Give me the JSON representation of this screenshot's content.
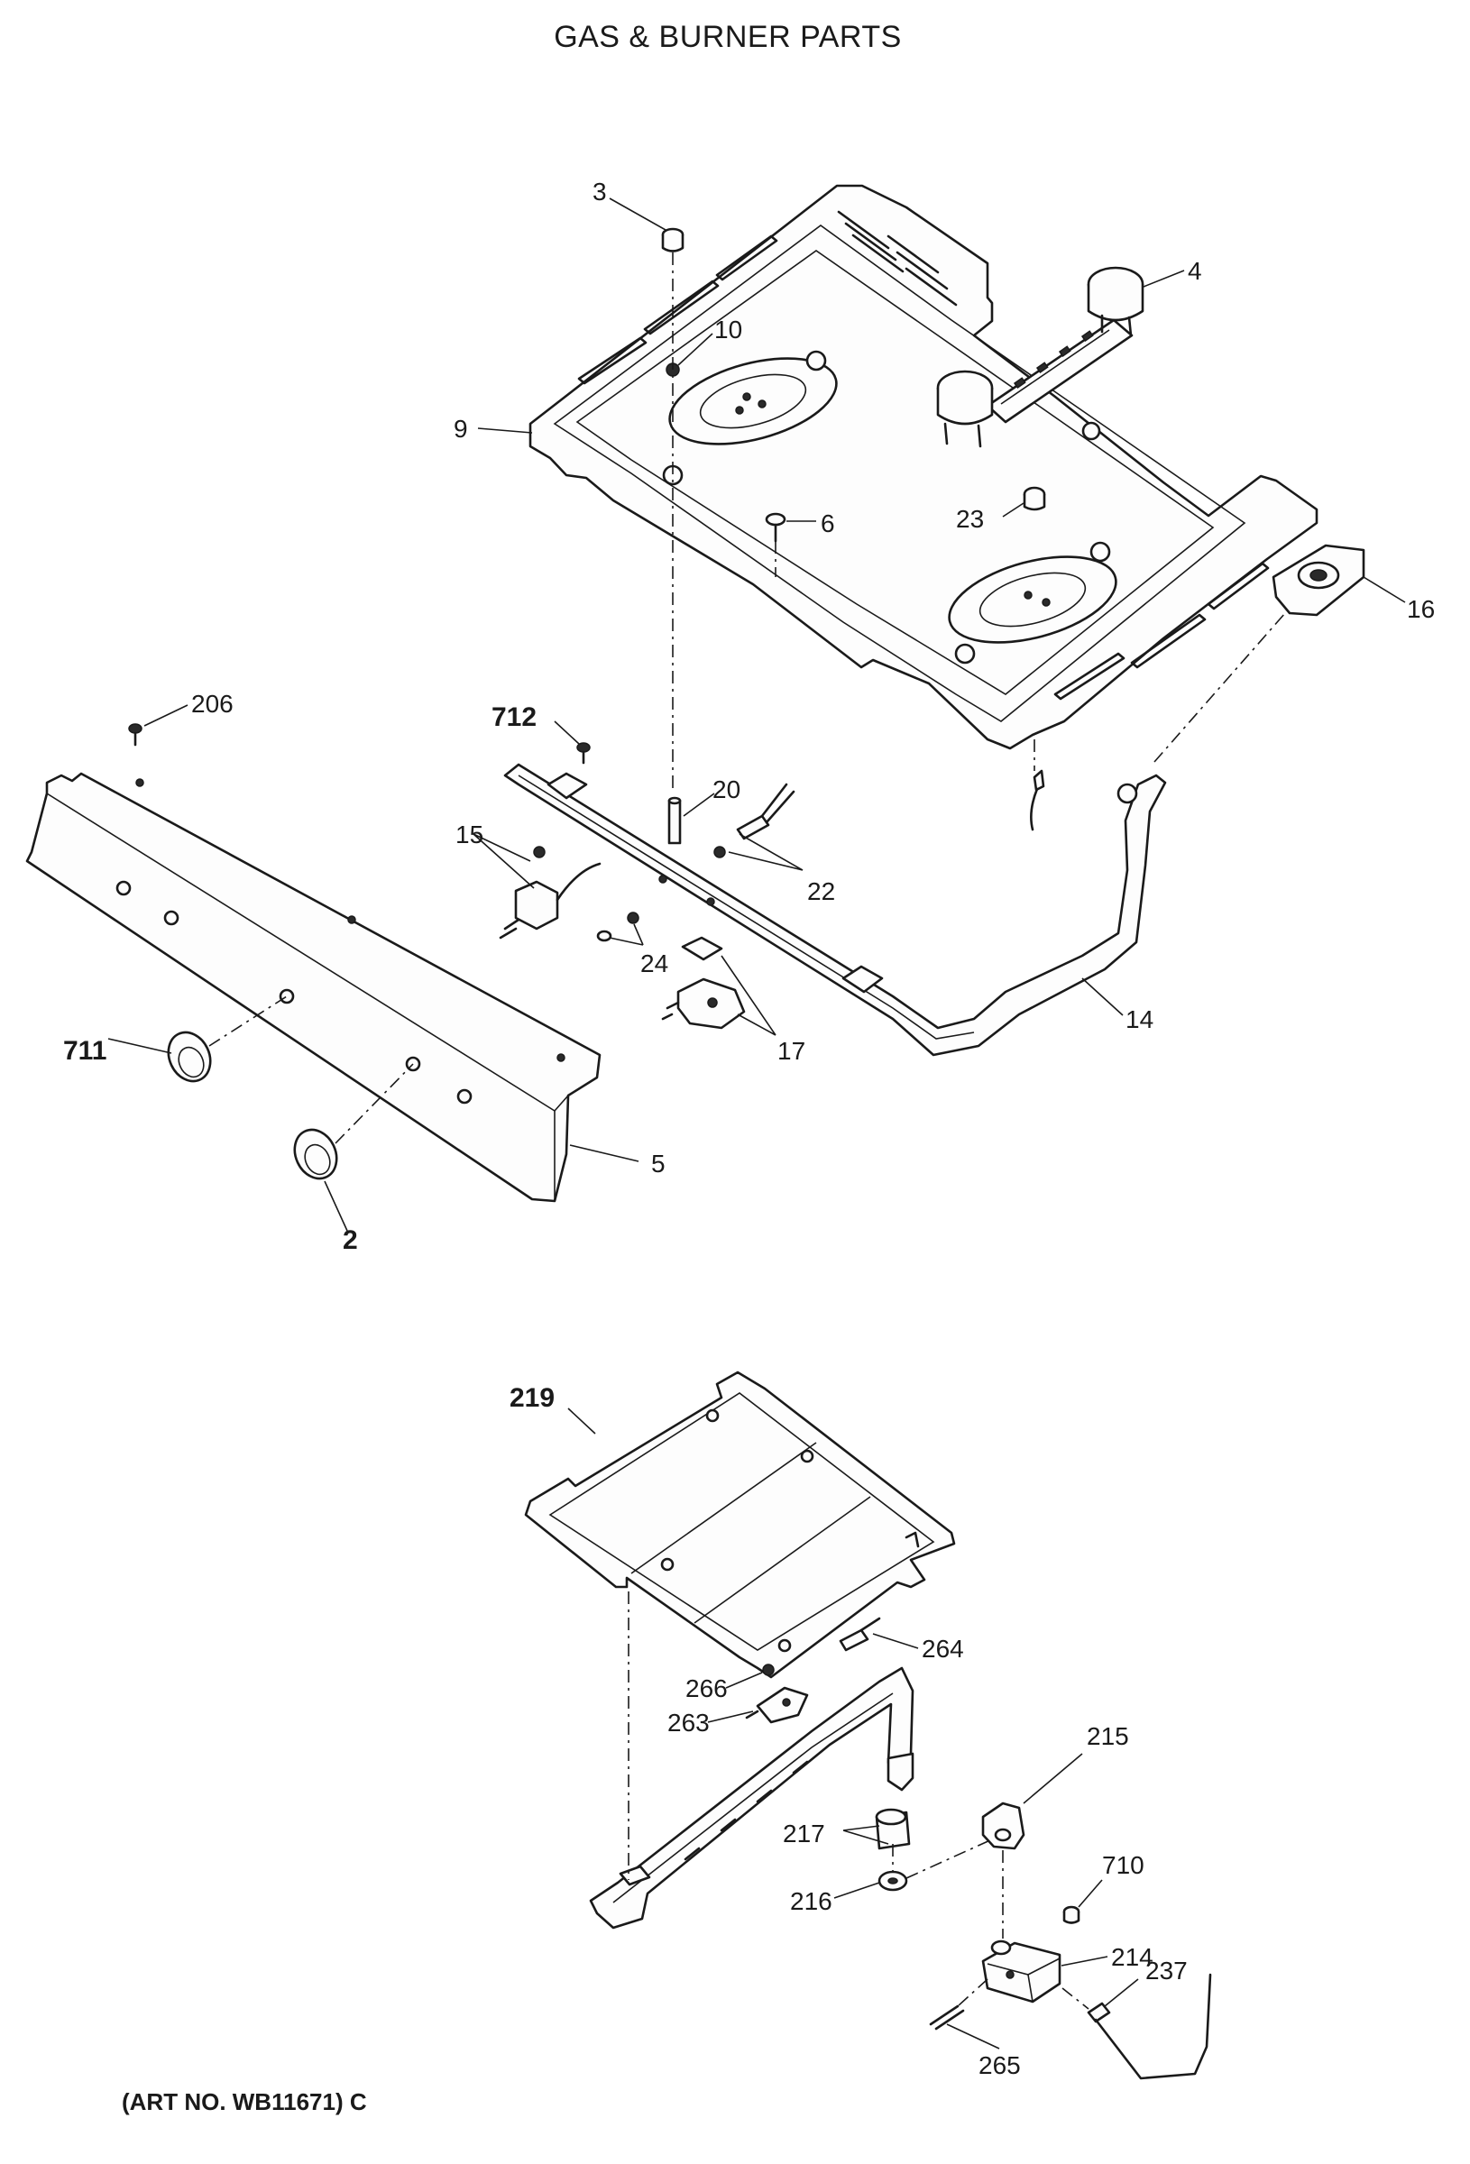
{
  "title": "GAS & BURNER PARTS",
  "art_no": "(ART NO. WB11671) C",
  "callouts": {
    "c3": "3",
    "c4": "4",
    "c10": "10",
    "c9": "9",
    "c6": "6",
    "c23": "23",
    "c16": "16",
    "c206": "206",
    "c712": "712",
    "c20": "20",
    "c15": "15",
    "c22": "22",
    "c24": "24",
    "c14": "14",
    "c17": "17",
    "c711": "711",
    "c5": "5",
    "c2": "2",
    "c219": "219",
    "c264": "264",
    "c266": "266",
    "c263": "263",
    "c215": "215",
    "c217": "217",
    "c710": "710",
    "c216": "216",
    "c214": "214",
    "c237": "237",
    "c265": "265"
  }
}
